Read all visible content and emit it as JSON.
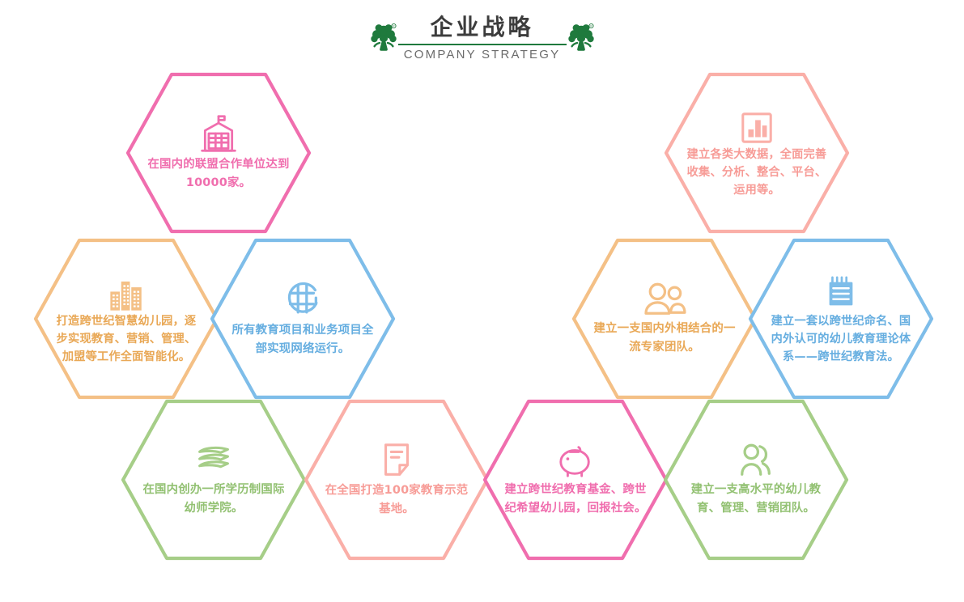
{
  "header": {
    "title_cn": "企业战略",
    "title_en": "COMPANY STRATEGY",
    "logo_left_name": "company-tree-logo",
    "logo_right_name": "company-tree-logo",
    "rule_color": "#1f7a3d",
    "title_color": "#3c3c3c"
  },
  "palette": {
    "pink": "#F06EAE",
    "orange": "#F4C086",
    "blue": "#7EBDE9",
    "green": "#A6CE88",
    "salmon": "#FAAFA8"
  },
  "hexes": [
    {
      "id": "alliance-partners",
      "icon": "school-building-icon",
      "color": "#F06EAE",
      "text": "在国内的联盟合作单位达到10000家。"
    },
    {
      "id": "smart-kindergarten",
      "icon": "city-buildings-icon",
      "color": "#F4C086",
      "text": "打造跨世纪智慧幼儿园，逐步实现教育、营销、管理、加盟等工作全面智能化。"
    },
    {
      "id": "network-operations",
      "icon": "globe-network-icon",
      "color": "#7EBDE9",
      "text": "所有教育项目和业务项目全部实现网络运行。"
    },
    {
      "id": "teacher-college",
      "icon": "stacked-books-icon",
      "color": "#A6CE88",
      "text": "在国内创办一所学历制国际幼师学院。"
    },
    {
      "id": "demo-bases",
      "icon": "document-icon",
      "color": "#FAAFA8",
      "text": "在全国打造100家教育示范基地。"
    },
    {
      "id": "big-data",
      "icon": "bar-chart-icon",
      "color": "#FAAFA8",
      "text": "建立各类大数据，全面完善收集、分析、整合、平台、运用等。"
    },
    {
      "id": "expert-team",
      "icon": "two-people-icon",
      "color": "#F4C086",
      "text": "建立一支国内外相结合的一流专家团队。"
    },
    {
      "id": "education-theory",
      "icon": "notepad-icon",
      "color": "#7EBDE9",
      "text": "建立一套以跨世纪命名、国内外认可的幼儿教育理论体系——跨世纪教育法。"
    },
    {
      "id": "education-fund",
      "icon": "piggy-bank-icon",
      "color": "#F06EAE",
      "text": "建立跨世纪教育基金、跨世纪希望幼儿园，回报社会。"
    },
    {
      "id": "high-level-team",
      "icon": "person-pair-icon",
      "color": "#A6CE88",
      "text": "建立一支高水平的幼儿教育、管理、营销团队。"
    }
  ]
}
